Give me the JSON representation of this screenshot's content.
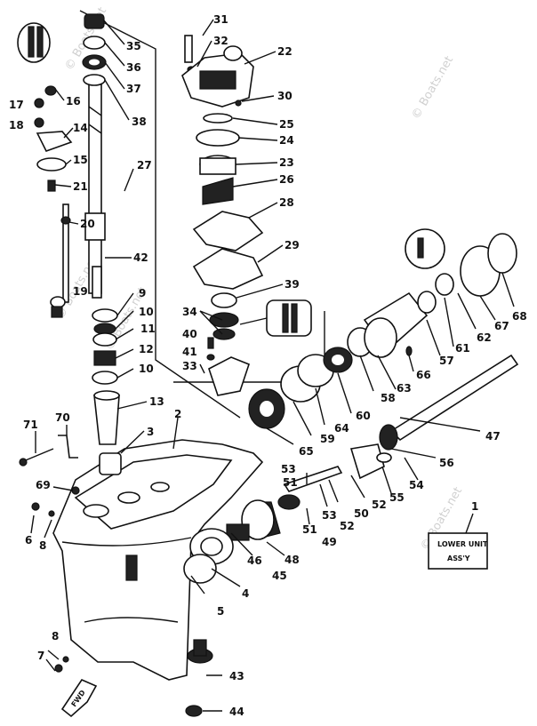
{
  "assembly_box": {
    "line1": "LOWER UNIT",
    "line2": "ASS'Y"
  },
  "fwd_mark": "FWD",
  "watermark": "© Boats.net",
  "callouts": [
    {
      "id": "c31",
      "text": "31"
    },
    {
      "id": "c32",
      "text": "32"
    },
    {
      "id": "c22",
      "text": "22"
    },
    {
      "id": "c30",
      "text": "30"
    },
    {
      "id": "c25",
      "text": "25"
    },
    {
      "id": "c24",
      "text": "24"
    },
    {
      "id": "c23",
      "text": "23"
    },
    {
      "id": "c26",
      "text": "26"
    },
    {
      "id": "c28",
      "text": "28"
    },
    {
      "id": "c29",
      "text": "29"
    },
    {
      "id": "c39",
      "text": "39"
    },
    {
      "id": "c34",
      "text": "34"
    },
    {
      "id": "c40",
      "text": "40"
    },
    {
      "id": "c41",
      "text": "41"
    },
    {
      "id": "c33",
      "text": "33"
    },
    {
      "id": "c35",
      "text": "35"
    },
    {
      "id": "c36",
      "text": "36"
    },
    {
      "id": "c37",
      "text": "37"
    },
    {
      "id": "c38",
      "text": "38"
    },
    {
      "id": "c16",
      "text": "16"
    },
    {
      "id": "c17",
      "text": "17"
    },
    {
      "id": "c18",
      "text": "18"
    },
    {
      "id": "c14",
      "text": "14"
    },
    {
      "id": "c15",
      "text": "15"
    },
    {
      "id": "c21",
      "text": "21"
    },
    {
      "id": "c27",
      "text": "27"
    },
    {
      "id": "c20",
      "text": "20"
    },
    {
      "id": "c42",
      "text": "42"
    },
    {
      "id": "c19",
      "text": "19"
    },
    {
      "id": "c9",
      "text": "9"
    },
    {
      "id": "c10a",
      "text": "10"
    },
    {
      "id": "c11",
      "text": "11"
    },
    {
      "id": "c12",
      "text": "12"
    },
    {
      "id": "c10b",
      "text": "10"
    },
    {
      "id": "c13",
      "text": "13"
    },
    {
      "id": "c3",
      "text": "3"
    },
    {
      "id": "c2",
      "text": "2"
    },
    {
      "id": "c71",
      "text": "71"
    },
    {
      "id": "c70",
      "text": "70"
    },
    {
      "id": "c69",
      "text": "69"
    },
    {
      "id": "c6",
      "text": "6"
    },
    {
      "id": "c8a",
      "text": "8"
    },
    {
      "id": "c8b",
      "text": "8"
    },
    {
      "id": "c7",
      "text": "7"
    },
    {
      "id": "c5",
      "text": "5"
    },
    {
      "id": "c4",
      "text": "4"
    },
    {
      "id": "c46",
      "text": "46"
    },
    {
      "id": "c45",
      "text": "45"
    },
    {
      "id": "c48",
      "text": "48"
    },
    {
      "id": "c43",
      "text": "43"
    },
    {
      "id": "c44",
      "text": "44"
    },
    {
      "id": "c53a",
      "text": "53"
    },
    {
      "id": "c51a",
      "text": "51"
    },
    {
      "id": "c51b",
      "text": "51"
    },
    {
      "id": "c53b",
      "text": "53"
    },
    {
      "id": "c49",
      "text": "49"
    },
    {
      "id": "c52a",
      "text": "52"
    },
    {
      "id": "c50",
      "text": "50"
    },
    {
      "id": "c52b",
      "text": "52"
    },
    {
      "id": "c55",
      "text": "55"
    },
    {
      "id": "c54",
      "text": "54"
    },
    {
      "id": "c56",
      "text": "56"
    },
    {
      "id": "c47",
      "text": "47"
    },
    {
      "id": "c65",
      "text": "65"
    },
    {
      "id": "c59",
      "text": "59"
    },
    {
      "id": "c64",
      "text": "64"
    },
    {
      "id": "c60",
      "text": "60"
    },
    {
      "id": "c58",
      "text": "58"
    },
    {
      "id": "c63",
      "text": "63"
    },
    {
      "id": "c66",
      "text": "66"
    },
    {
      "id": "c57",
      "text": "57"
    },
    {
      "id": "c61",
      "text": "61"
    },
    {
      "id": "c62",
      "text": "62"
    },
    {
      "id": "c67",
      "text": "67"
    },
    {
      "id": "c68",
      "text": "68"
    },
    {
      "id": "c1",
      "text": "1"
    }
  ]
}
